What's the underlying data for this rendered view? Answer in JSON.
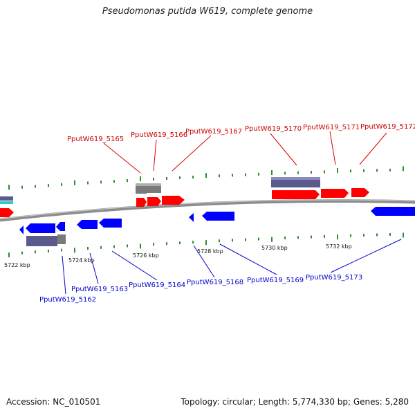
{
  "title": "Pseudomonas putida W619, complete genome",
  "footer": {
    "accession": "Accession: NC_010501",
    "summary": "Topology: circular; Length: 5,774,330 bp; Genes: 5,280"
  },
  "colors": {
    "forward_gene": "#ff0000",
    "reverse_gene": "#0000ff",
    "forward_label": "#cc0000",
    "reverse_label": "#0000cc",
    "backbone": "#8c8c8c",
    "tick": "#2e8b2e",
    "feature_block": "#5a5a8c",
    "gray_block": "#7a7a7a",
    "cyan_block": "#2ec9c9"
  },
  "kbp_markers": [
    "5722 kbp",
    "5724 kbp",
    "5726 kbp",
    "5728 kbp",
    "5730 kbp",
    "5732 kbp"
  ],
  "forward_genes": [
    "PputW619_5165",
    "PputW619_5166",
    "PputW619_5167",
    "PputW619_5170",
    "PputW619_5171",
    "PputW619_5172"
  ],
  "reverse_genes": [
    "PputW619_5162",
    "PputW619_5163",
    "PputW619_5164",
    "PputW619_5168",
    "PputW619_5169",
    "PputW619_5173"
  ]
}
